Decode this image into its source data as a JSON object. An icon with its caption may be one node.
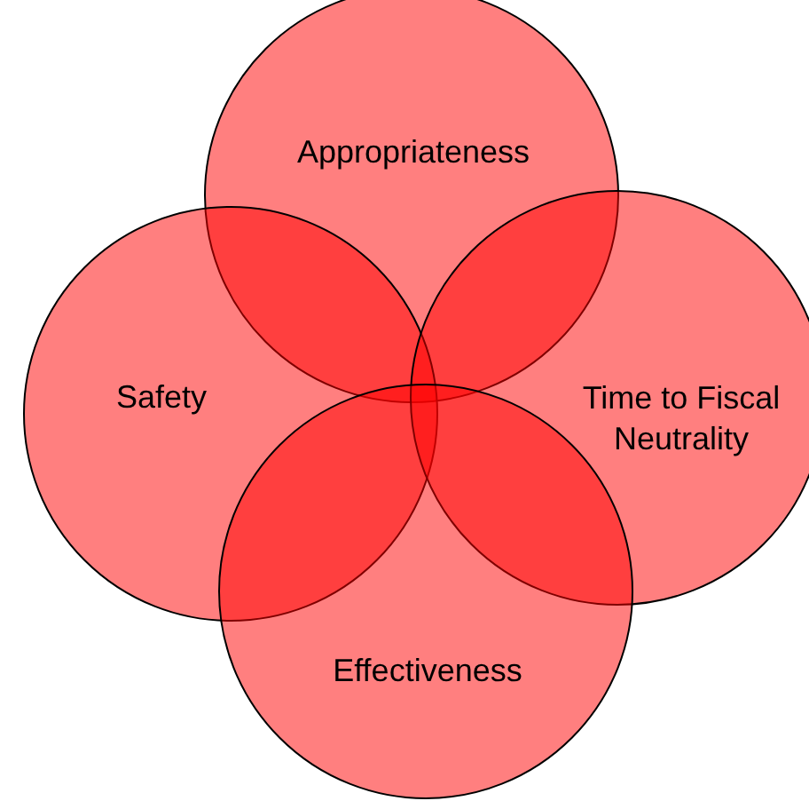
{
  "diagram": {
    "nodes": [
      {
        "text": [
          "Appropriateness"
        ]
      },
      {
        "text": [
          "Safety"
        ]
      },
      {
        "text": [
          "Time to Fiscal Neutrality"
        ]
      },
      {
        "text": [
          "Effectiveness"
        ]
      }
    ]
  }
}
